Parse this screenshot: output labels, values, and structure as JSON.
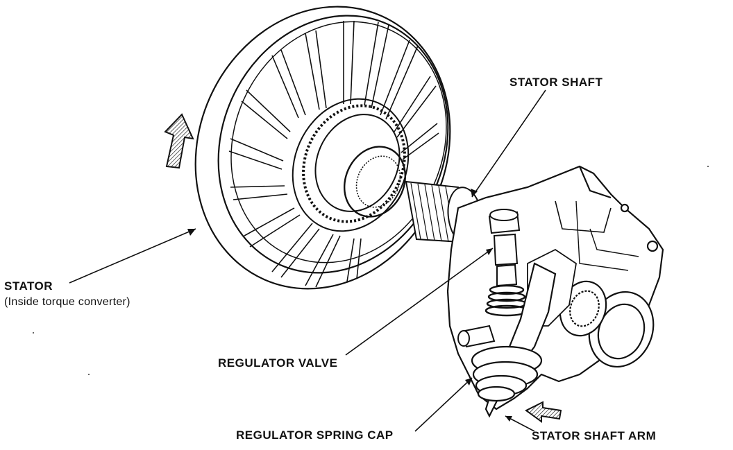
{
  "labels": {
    "stator_shaft": "STATOR SHAFT",
    "stator": "STATOR",
    "stator_note": "(Inside torque converter)",
    "regulator_valve": "REGULATOR VALVE",
    "regulator_spring_cap": "REGULATOR SPRING CAP",
    "stator_shaft_arm": "STATOR SHAFT ARM"
  },
  "icons": {
    "rotation_arrow": "arrow-up-right-icon",
    "force_arrow": "arrow-left-icon"
  },
  "colors": {
    "ink": "#111111",
    "paper": "#ffffff",
    "shade": "#555555"
  }
}
